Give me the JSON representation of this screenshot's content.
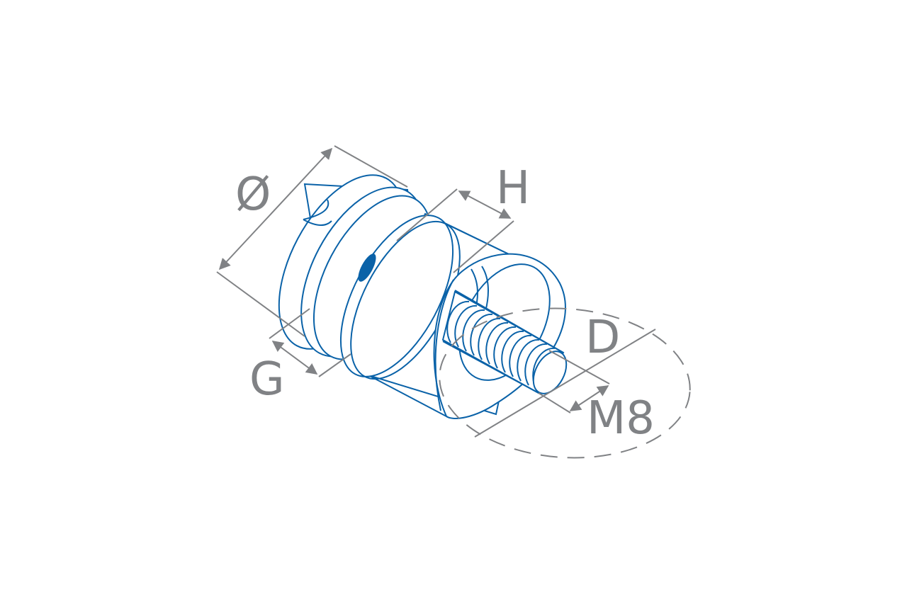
{
  "labels": {
    "diameter": "Ø",
    "height": "H",
    "glass": "G",
    "depth": "D",
    "thread": "M8"
  },
  "colors": {
    "part": "#0a62a8",
    "dimension": "#808285"
  },
  "icons": {
    "part": "glass-adapter-drawing"
  }
}
